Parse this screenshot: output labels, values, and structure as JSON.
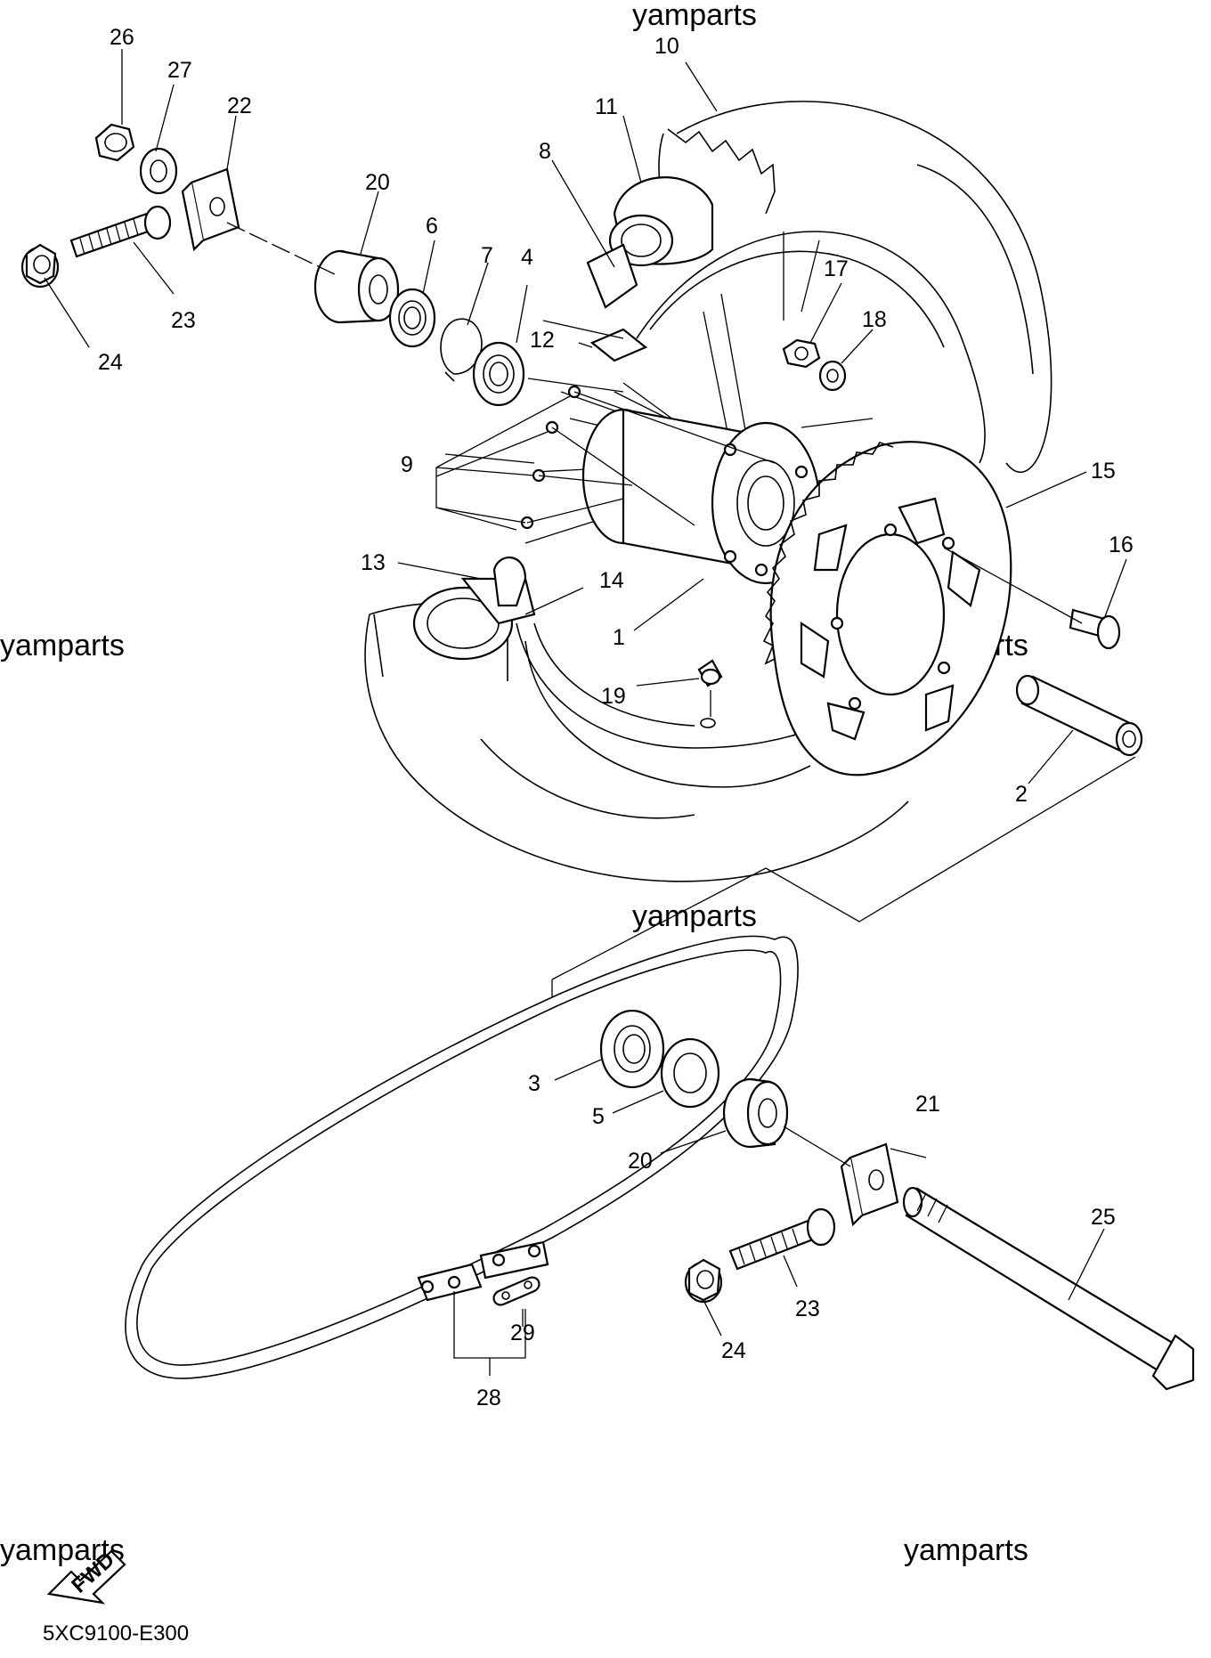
{
  "watermarks": [
    "yamparts",
    "yamparts",
    "yamparts",
    "yamparts",
    "yamparts",
    "yamparts"
  ],
  "diagram_code": "5XC9100-E300",
  "fwd_label": "FWD",
  "callouts": {
    "c1": "1",
    "c2": "2",
    "c3": "3",
    "c4": "4",
    "c5": "5",
    "c6": "6",
    "c7": "7",
    "c8": "8",
    "c9": "9",
    "c10": "10",
    "c11": "11",
    "c12": "12",
    "c13": "13",
    "c14": "14",
    "c15": "15",
    "c16": "16",
    "c17": "17",
    "c18": "18",
    "c19": "19",
    "c20a": "20",
    "c20b": "20",
    "c21": "21",
    "c22": "22",
    "c23a": "23",
    "c23b": "23",
    "c24a": "24",
    "c24b": "24",
    "c25": "25",
    "c26": "26",
    "c27": "27",
    "c28": "28",
    "c29": "29"
  }
}
